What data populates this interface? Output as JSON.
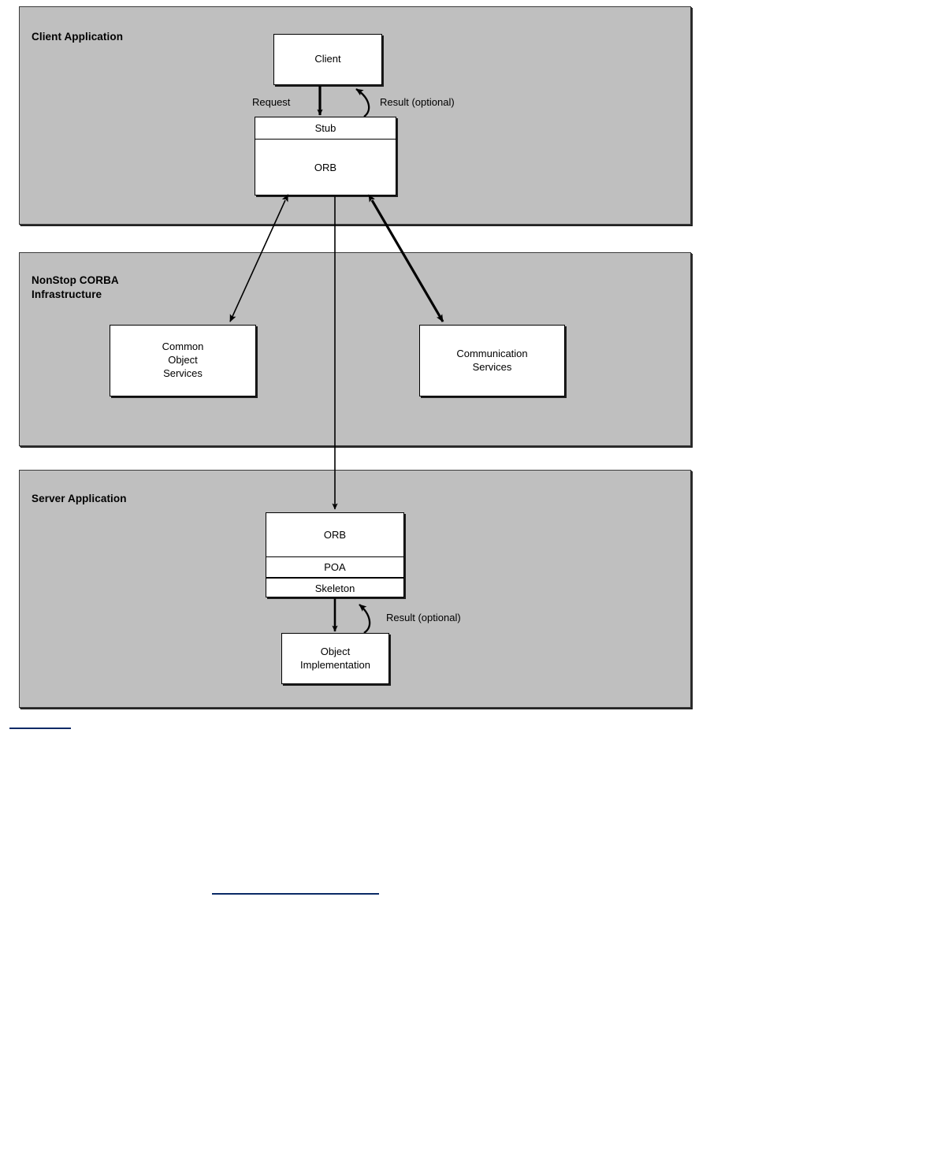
{
  "diagram": {
    "type": "architecture-block-diagram",
    "background_color": "#ffffff",
    "panel_fill": "#bfbfbf",
    "box_fill": "#ffffff",
    "line_color": "#000000",
    "link_color": "#0a2a66",
    "sections": [
      {
        "id": "client-application",
        "title": "Client Application",
        "boxes": [
          {
            "id": "client",
            "label": "Client"
          },
          {
            "id": "stub",
            "label": "Stub"
          },
          {
            "id": "client-orb",
            "label": "ORB"
          }
        ],
        "labels": [
          {
            "id": "request",
            "text": "Request"
          },
          {
            "id": "result-optional-client",
            "text": "Result (optional)"
          }
        ]
      },
      {
        "id": "nonstop-corba-infrastructure",
        "title": "NonStop CORBA\nInfrastructure",
        "boxes": [
          {
            "id": "common-object-services",
            "label": "Common\nObject\nServices"
          },
          {
            "id": "communication-services",
            "label": "Communication\nServices"
          }
        ],
        "labels": []
      },
      {
        "id": "server-application",
        "title": "Server Application",
        "boxes": [
          {
            "id": "server-orb",
            "label": "ORB"
          },
          {
            "id": "poa",
            "label": "POA"
          },
          {
            "id": "skeleton",
            "label": "Skeleton"
          },
          {
            "id": "object-implementation",
            "label": "Object\nImplementation"
          }
        ],
        "labels": [
          {
            "id": "result-optional-server",
            "text": "Result (optional)"
          }
        ]
      }
    ],
    "connectors": [
      {
        "id": "client-to-stub",
        "from": "client",
        "to": "stub",
        "style": "straight-arrow",
        "label": "Request"
      },
      {
        "id": "stub-to-client",
        "from": "stub",
        "to": "client",
        "style": "curved-arrow",
        "label": "Result (optional)"
      },
      {
        "id": "client-orb-to-common-object-services",
        "from": "client-orb",
        "to": "common-object-services",
        "style": "double-headed-arrow",
        "label": ""
      },
      {
        "id": "client-orb-to-communication-services",
        "from": "client-orb",
        "to": "communication-services",
        "style": "double-headed-arrow",
        "label": ""
      },
      {
        "id": "client-orb-to-server-orb",
        "from": "client-orb",
        "to": "server-orb",
        "style": "straight-arrow",
        "label": ""
      },
      {
        "id": "skeleton-to-object-implementation",
        "from": "skeleton",
        "to": "object-implementation",
        "style": "straight-arrow",
        "label": ""
      },
      {
        "id": "object-implementation-to-skeleton",
        "from": "object-implementation",
        "to": "skeleton",
        "style": "curved-arrow",
        "label": "Result (optional)"
      }
    ],
    "footer_links": [
      {
        "id": "footer-link-1",
        "text": ""
      },
      {
        "id": "footer-link-2",
        "text": ""
      }
    ]
  }
}
